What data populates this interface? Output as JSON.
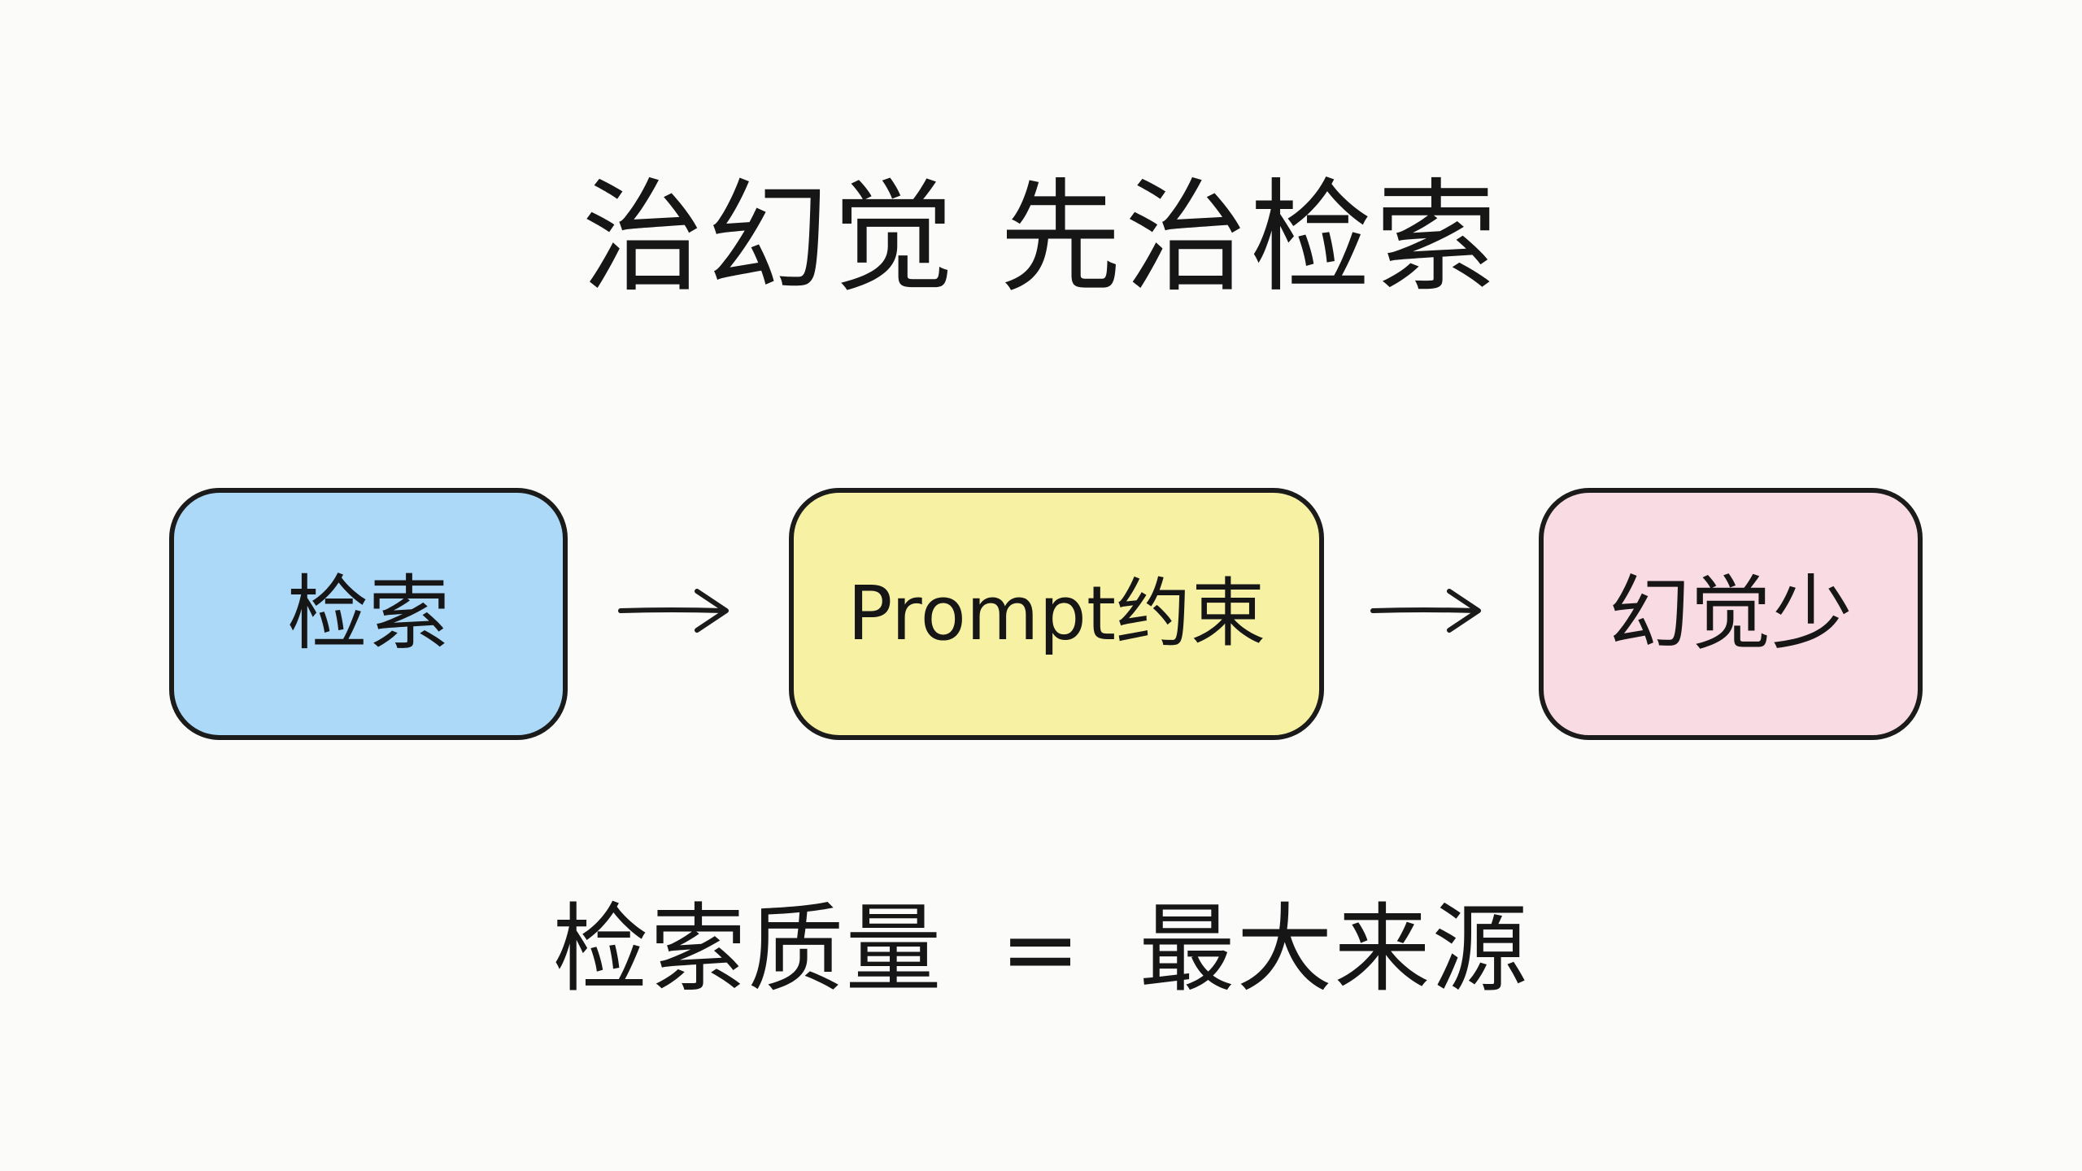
{
  "title": "治幻觉 先治检索",
  "flow": {
    "nodes": [
      {
        "label": "检索",
        "color": "#acd9f7"
      },
      {
        "label": "Prompt约束",
        "color": "#f7f2a3"
      },
      {
        "label": "幻觉少",
        "color": "#f9dbe3"
      }
    ],
    "arrow_glyph": "→"
  },
  "equation": {
    "left": "检索质量",
    "operator": "=",
    "right": "最大来源"
  }
}
